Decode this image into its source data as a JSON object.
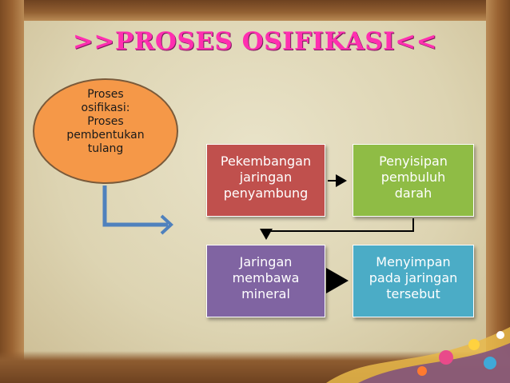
{
  "title": ">>PROSES OSIFIKASI<<",
  "start_node": {
    "lines": [
      "Proses",
      "osifikasi:",
      "Proses",
      "pembentukan",
      "tulang"
    ]
  },
  "steps": [
    {
      "lines": [
        "Pekembangan",
        "jaringan",
        "penyambung"
      ],
      "color": "#c0504d"
    },
    {
      "lines": [
        "Penyisipan",
        "pembuluh",
        "darah"
      ],
      "color": "#8fbc45"
    },
    {
      "lines": [
        "Jaringan",
        "membawa",
        "mineral"
      ],
      "color": "#8064a2"
    },
    {
      "lines": [
        "Menyimpan",
        "pada jaringan",
        "tersebut"
      ],
      "color": "#4bacc6"
    }
  ],
  "colors": {
    "title": "#ff2fb0",
    "oval": "#f59848",
    "connector_blue": "#4f81bd",
    "arrow": "#000000",
    "background": "#e4dcc0",
    "frame": "#8a5a2c"
  }
}
